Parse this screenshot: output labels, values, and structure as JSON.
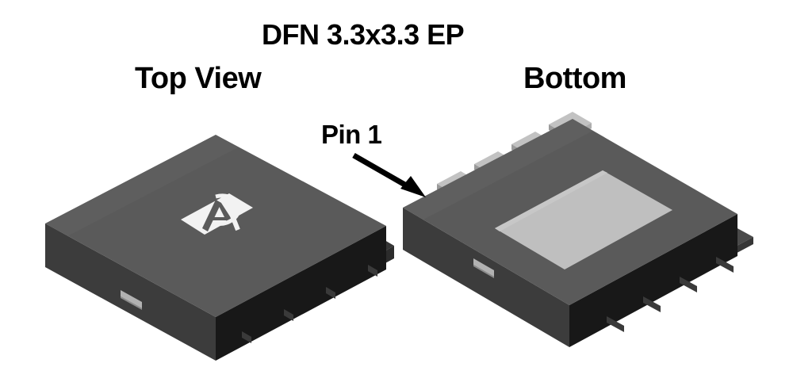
{
  "figure": {
    "title": "DFN 3.3x3.3 EP",
    "kind": "package-outline-drawing"
  },
  "labels": {
    "title": "DFN 3.3x3.3 EP",
    "top_view": "Top View",
    "bottom": "Bottom",
    "pin1": "Pin 1"
  },
  "colors": {
    "background": "#ffffff",
    "text": "#000000",
    "body_top": "#5a5a5a",
    "body_top_highlight": "#616161",
    "body_front_left": "#3c3c3c",
    "body_front_right": "#181818",
    "body_front_right_dark": "#121212",
    "exposed_pad": "#bfbfbf",
    "pad_light": "#c2c2c2",
    "pad_mid": "#9e9e9e",
    "pad_dark": "#4a4a4a",
    "pad_dark_side": "#2e2e2e",
    "pin_mark": "#b5b5b5",
    "logo_plate": "#f2f2f2"
  },
  "packages": {
    "top_view": {
      "name": "Top View",
      "marking_logo": "aos-logo",
      "pin1_dimple": "pin-1-dimple-mark",
      "visible_pin_count": 4
    },
    "bottom_view": {
      "name": "Bottom",
      "exposed_pad": "exposed-thermal-pad",
      "pads_upper_edge": 4,
      "pads_lower_edge": 4,
      "pin1_dimple": "pin-1-dimple-mark"
    }
  },
  "annotations": {
    "pin1_arrow": {
      "text": "Pin 1",
      "points_to": "pin-1-pad-bottom-view"
    }
  }
}
